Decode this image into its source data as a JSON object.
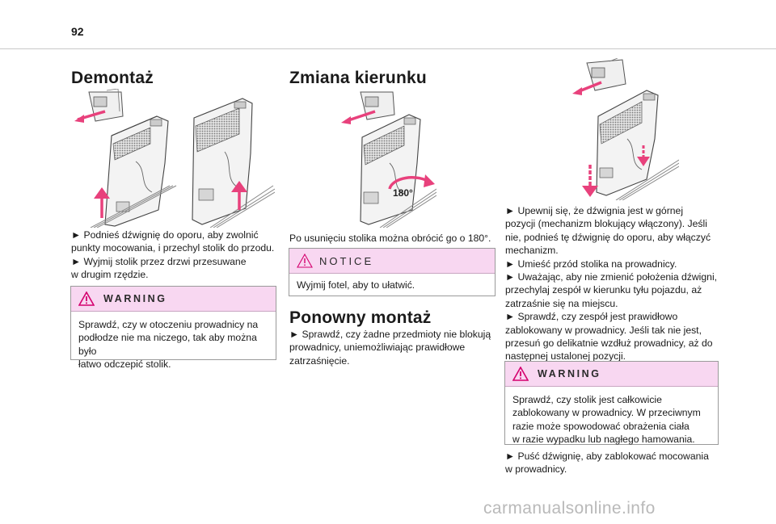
{
  "page": {
    "number": "92"
  },
  "col1": {
    "heading": "Demontaż",
    "text": "►  Podnieś dźwignię do oporu, aby zwolnić\npunkty mocowania, i przechyl stolik do przodu.\n►  Wyjmij stolik przez drzwi przesuwane\nw drugim rzędzie.",
    "warning": {
      "title": "WARNING",
      "body": "Sprawdź, czy w otoczeniu prowadnicy na\npodłodze nie ma niczego, tak aby można było\nłatwo odczepić stolik."
    }
  },
  "col2": {
    "heading": "Zmiana kierunku",
    "badge": "180°",
    "text": "Po usunięciu stolika można obrócić go o 180°.",
    "notice": {
      "title": "NOTICE",
      "body": "Wyjmij fotel, aby to ułatwić."
    },
    "heading2": "Ponowny montaż",
    "text2": "►  Sprawdź, czy żadne przedmioty nie blokują\nprowadnicy, uniemożliwiając prawidłowe\nzatrzaśnięcie."
  },
  "col3": {
    "text": "►  Upewnij się, że dźwignia jest w górnej\npozycji (mechanizm blokujący włączony). Jeśli\nnie, podnieś tę dźwignię do oporu, aby włączyć\nmechanizm.\n►  Umieść przód stolika na prowadnicy.\n►  Uważając, aby nie zmienić położenia dźwigni,\nprzechylaj zespół w kierunku tyłu pojazdu, aż\nzatrzaśnie się na miejscu.\n►  Sprawdź, czy zespół jest prawidłowo\nzablokowany w prowadnicy. Jeśli tak nie jest,\nprzesuń go delikatnie wzdłuż prowadnicy, aż do\nnastępnej ustalonej pozycji.",
    "warning": {
      "title": "WARNING",
      "body": "Sprawdź, czy stolik jest całkowicie\nzablokowany w prowadnicy. W przeciwnym\nrazie może spowodować obrażenia ciała\nw razie wypadku lub nagłego hamowania."
    },
    "text2": "►  Puść dźwignię, aby zablokować mocowania\nw prowadnicy."
  },
  "footer": {
    "watermark": "carmanualsonline.info"
  },
  "colors": {
    "accent_arrow": "#e8417c",
    "box_header": "#f8d7f1",
    "warning_icon": "#d4006e"
  }
}
